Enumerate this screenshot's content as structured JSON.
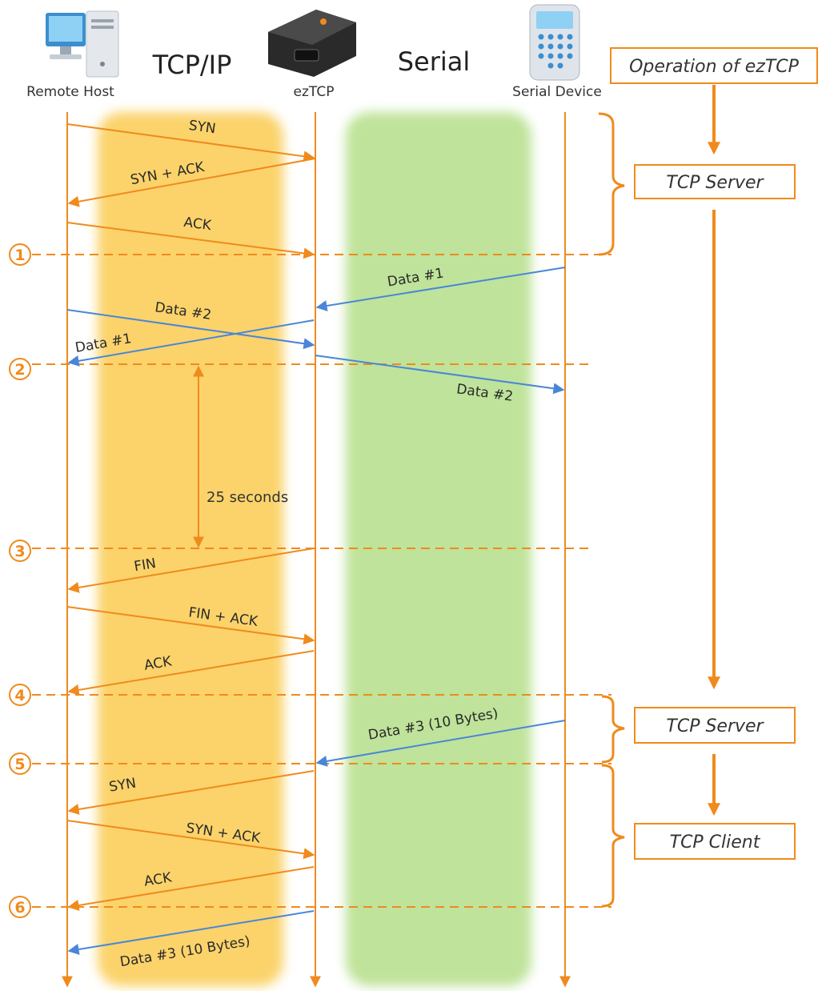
{
  "nodes": {
    "remote_host": "Remote Host",
    "eztcp": "ezTCP",
    "serial_device": "Serial Device"
  },
  "sections": {
    "tcpip": "TCP/IP",
    "serial": "Serial"
  },
  "operation_title": "Operation of ezTCP",
  "states": {
    "state1": "TCP Server",
    "state2": "TCP Server",
    "state3": "TCP Client"
  },
  "steps": [
    "①",
    "②",
    "③",
    "④",
    "⑤",
    "⑥"
  ],
  "duration_label": "25 seconds",
  "messages": [
    {
      "label": "SYN",
      "from": "remote_host",
      "to": "eztcp",
      "color": "orange"
    },
    {
      "label": "SYN + ACK",
      "from": "eztcp",
      "to": "remote_host",
      "color": "orange"
    },
    {
      "label": "ACK",
      "from": "remote_host",
      "to": "eztcp",
      "color": "orange"
    },
    {
      "label": "Data #1",
      "from": "serial_device",
      "to": "eztcp",
      "color": "blue"
    },
    {
      "label": "Data #1",
      "from": "eztcp",
      "to": "remote_host",
      "color": "blue"
    },
    {
      "label": "Data #2",
      "from": "remote_host",
      "to": "eztcp",
      "color": "blue"
    },
    {
      "label": "Data #2",
      "from": "eztcp",
      "to": "serial_device",
      "color": "blue"
    },
    {
      "label": "FIN",
      "from": "eztcp",
      "to": "remote_host",
      "color": "orange"
    },
    {
      "label": "FIN + ACK",
      "from": "remote_host",
      "to": "eztcp",
      "color": "orange"
    },
    {
      "label": "ACK",
      "from": "eztcp",
      "to": "remote_host",
      "color": "orange"
    },
    {
      "label": "Data #3 (10 Bytes)",
      "from": "serial_device",
      "to": "eztcp",
      "color": "blue"
    },
    {
      "label": "SYN",
      "from": "eztcp",
      "to": "remote_host",
      "color": "orange"
    },
    {
      "label": "SYN + ACK",
      "from": "remote_host",
      "to": "eztcp",
      "color": "orange"
    },
    {
      "label": "ACK",
      "from": "eztcp",
      "to": "remote_host",
      "color": "orange"
    },
    {
      "label": "Data #3 (10 Bytes)",
      "from": "eztcp",
      "to": "remote_host",
      "color": "blue"
    }
  ],
  "colors": {
    "orange": "#f08a1c",
    "blue": "#4a86d8",
    "tcp_band": "#fbd36a",
    "serial_band": "#bfe39a"
  }
}
